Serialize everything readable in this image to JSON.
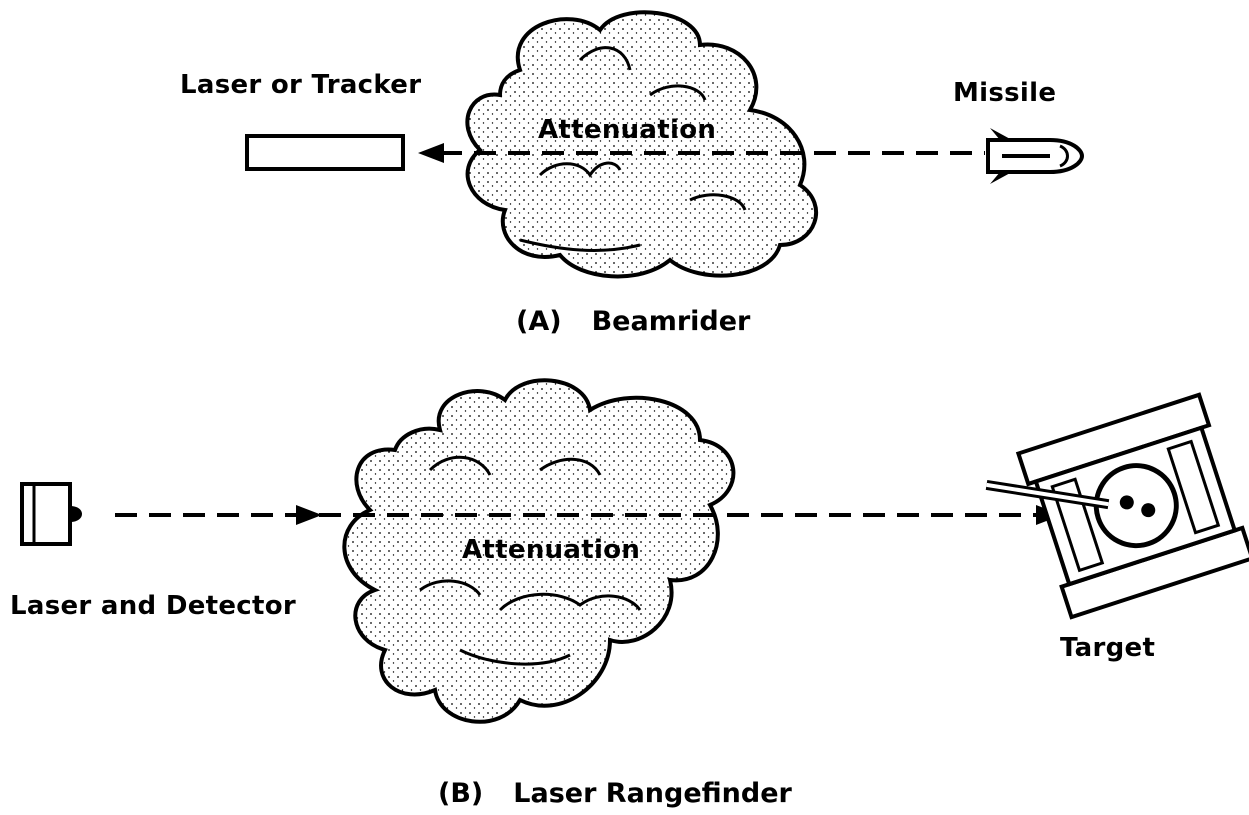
{
  "panel_a": {
    "source_label": "Laser or Tracker",
    "medium_label": "Attenuation",
    "receiver_label": "Missile",
    "caption_letter": "(A)",
    "caption_title": "Beamrider"
  },
  "panel_b": {
    "source_label": "Laser and Detector",
    "medium_label": "Attenuation",
    "target_label": "Target",
    "caption_letter": "(B)",
    "caption_title": "Laser Rangefinder"
  },
  "icons": {
    "laser_tracker": "laser-tracker-icon",
    "missile": "missile-icon",
    "laser_detector": "laser-detector-icon",
    "tank": "tank-icon",
    "cloud": "cloud-icon"
  },
  "colors": {
    "ink": "#000000",
    "paper": "#ffffff"
  }
}
